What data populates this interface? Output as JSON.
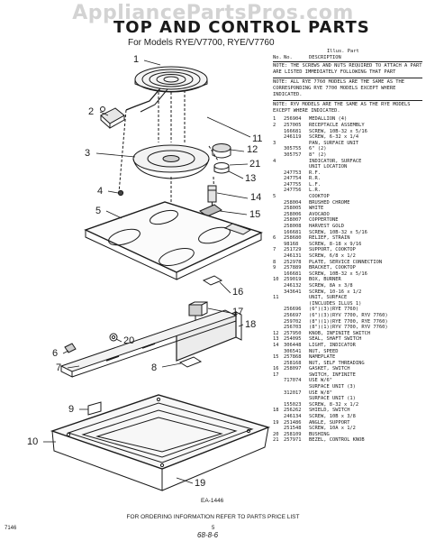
{
  "watermark": "AppliancePartsPros.com",
  "title": "TOP AND CONTROL PARTS",
  "subtitle": "For Models RYE/V7700, RYE/V7760",
  "legend": {
    "header_illus": "Illus. Part",
    "header_no": "No.",
    "header_no2": "No.",
    "header_desc": "DESCRIPTION",
    "notes": [
      "NOTE: THE SCREWS AND NUTS REQUIRED TO ATTACH A PART ARE LISTED IMMEDIATELY FOLLOWING THAT PART",
      "NOTE: ALL RYE 7760 MODELS ARE THE SAME AS THE CORRESPONDING RYE 7700 MODELS EXCEPT WHERE INDICATED.",
      "NOTE: RYV MODELS ARE THE SAME AS THE RYE MODELS EXCEPT WHERE INDICATED."
    ],
    "parts": [
      {
        "illus": "1",
        "part": "256904",
        "desc": "MEDALLION (4)"
      },
      {
        "illus": "2",
        "part": "257005",
        "desc": "RECEPTACLE ASSEMBLY"
      },
      {
        "illus": "",
        "part": "166681",
        "desc": "SCREW, 10B-32 x 5/16"
      },
      {
        "illus": "",
        "part": "246119",
        "desc": "SCREW, 6-32 x 1/4"
      },
      {
        "illus": "3",
        "part": "",
        "desc": "PAN, SURFACE UNIT"
      },
      {
        "illus": "",
        "part": "305755",
        "desc": "6\" (2)"
      },
      {
        "illus": "",
        "part": "305757",
        "desc": "8\" (2)"
      },
      {
        "illus": "4",
        "part": "",
        "desc": "INDICATOR, SURFACE"
      },
      {
        "illus": "",
        "part": "",
        "desc": "UNIT LOCATION"
      },
      {
        "illus": "",
        "part": "247753",
        "desc": "R.F."
      },
      {
        "illus": "",
        "part": "247754",
        "desc": "R.R."
      },
      {
        "illus": "",
        "part": "247755",
        "desc": "L.F."
      },
      {
        "illus": "",
        "part": "247756",
        "desc": "L.R."
      },
      {
        "illus": "5",
        "part": "",
        "desc": "COOKTOP"
      },
      {
        "illus": "",
        "part": "258004",
        "desc": "BRUSHED CHROME"
      },
      {
        "illus": "",
        "part": "258005",
        "desc": "WHITE"
      },
      {
        "illus": "",
        "part": "258006",
        "desc": "AVOCADO"
      },
      {
        "illus": "",
        "part": "258007",
        "desc": "COPPERTONE"
      },
      {
        "illus": "",
        "part": "258008",
        "desc": "HARVEST GOLD"
      },
      {
        "illus": "",
        "part": "166681",
        "desc": "SCREW, 10B-32 x 5/16"
      },
      {
        "illus": "6",
        "part": "258680",
        "desc": "RELIEF, STRAIN"
      },
      {
        "illus": "",
        "part": "98168",
        "desc": "SCREW, 8-18 x 9/16"
      },
      {
        "illus": "7",
        "part": "251729",
        "desc": "SUPPORT, COOKTOP"
      },
      {
        "illus": "",
        "part": "246131",
        "desc": "SCREW, 6/8 x 1/2"
      },
      {
        "illus": "8",
        "part": "252978",
        "desc": "PLATE, SERVICE CONNECTION"
      },
      {
        "illus": "9",
        "part": "257889",
        "desc": "BRACKET, COOKTOP"
      },
      {
        "illus": "",
        "part": "166681",
        "desc": "SCREW, 10B-32 x 5/16"
      },
      {
        "illus": "10",
        "part": "259019",
        "desc": "BOX, BURNER"
      },
      {
        "illus": "",
        "part": "246132",
        "desc": "SCREW, 8A x 3/8"
      },
      {
        "illus": "",
        "part": "343641",
        "desc": "SCREW, 10-16 x 1/2"
      },
      {
        "illus": "11",
        "part": "",
        "desc": "UNIT, SURFACE"
      },
      {
        "illus": "",
        "part": "",
        "desc": "(INCLUDES ILLUS 1)"
      },
      {
        "illus": "",
        "part": "256696",
        "desc": "(6\")(3)(RYE 7760)"
      },
      {
        "illus": "",
        "part": "256697",
        "desc": "(6\")(3)(RYV 7700, RYV 7760)"
      },
      {
        "illus": "",
        "part": "259702",
        "desc": "(8\")(1)(RYE 7700, RYE 7760)"
      },
      {
        "illus": "",
        "part": "256703",
        "desc": "(8\")(1)(RYV 7700, RYV 7760)"
      },
      {
        "illus": "12",
        "part": "257950",
        "desc": "KNOB, INFINITE SWITCH"
      },
      {
        "illus": "13",
        "part": "254095",
        "desc": "SEAL, SHAFT SWITCH"
      },
      {
        "illus": "14",
        "part": "306448",
        "desc": "LIGHT, INDICATOR"
      },
      {
        "illus": "",
        "part": "306541",
        "desc": "NUT, SPEED"
      },
      {
        "illus": "15",
        "part": "257868",
        "desc": "NAMEPLATE"
      },
      {
        "illus": "",
        "part": "258168",
        "desc": "NUT, SELF THREADING"
      },
      {
        "illus": "16",
        "part": "258097",
        "desc": "GASKET, SWITCH"
      },
      {
        "illus": "17",
        "part": "",
        "desc": "SWITCH, INFINITE"
      },
      {
        "illus": "",
        "part": "717074",
        "desc": "USE W/6\""
      },
      {
        "illus": "",
        "part": "",
        "desc": "SURFACE UNIT (3)"
      },
      {
        "illus": "",
        "part": "312017",
        "desc": "USE W/8\""
      },
      {
        "illus": "",
        "part": "",
        "desc": "SURFACE UNIT (1)"
      },
      {
        "illus": "",
        "part": "155023",
        "desc": "SCREW, 8-32 x 1/2"
      },
      {
        "illus": "18",
        "part": "256262",
        "desc": "SHIELD, SWITCH"
      },
      {
        "illus": "",
        "part": "246134",
        "desc": "SCREW, 10B x 3/8"
      },
      {
        "illus": "19",
        "part": "251486",
        "desc": "ANGLE, SUPPORT"
      },
      {
        "illus": "",
        "part": "251548",
        "desc": "SCREW, 10A x 1/2"
      },
      {
        "illus": "20",
        "part": "258109",
        "desc": "BUSHING"
      },
      {
        "illus": "21",
        "part": "257971",
        "desc": "BEZEL, CONTROL KNOB"
      }
    ]
  },
  "callouts": [
    "1",
    "2",
    "3",
    "4",
    "5",
    "6",
    "7",
    "8",
    "9",
    "10",
    "11",
    "12",
    "13",
    "14",
    "15",
    "16",
    "17",
    "18",
    "19",
    "20",
    "21"
  ],
  "figure_code": "EA-1446",
  "footer": {
    "instruction": "FOR ORDERING INFORMATION REFER TO PARTS PRICE LIST",
    "left_code": "7146",
    "page": "5",
    "handwritten": "68-8-6"
  }
}
